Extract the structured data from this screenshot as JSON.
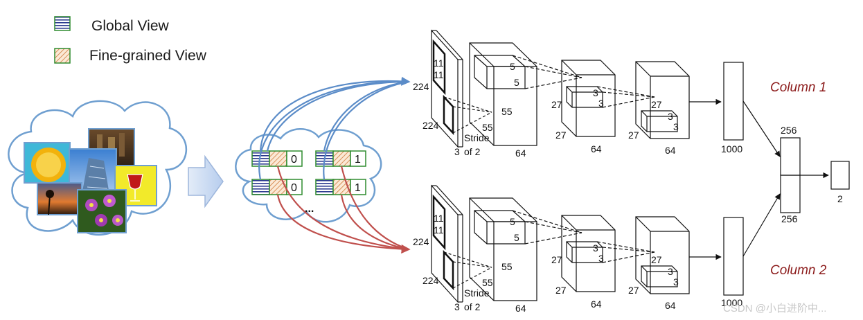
{
  "legend": {
    "global_label": "Global View",
    "fine_label": "Fine-grained View"
  },
  "view_pairs": {
    "labels": [
      "0",
      "1",
      "0",
      "1"
    ],
    "ellipsis": "..."
  },
  "column1": {
    "title": "Column 1",
    "input": {
      "size_h": "224",
      "size_w": "224",
      "depth": "3",
      "kernel_h": "11",
      "kernel_w": "11",
      "stride": "Stride",
      "stride_val": "of 2"
    },
    "conv1": {
      "size_h": "55",
      "size_w": "55",
      "depth": "64",
      "kernel_h": "5",
      "kernel_w": "5"
    },
    "conv2": {
      "size_h": "27",
      "size_w": "27",
      "depth": "64",
      "kernel_h": "3",
      "kernel_w": "3"
    },
    "conv3": {
      "size_h": "27",
      "size_w": "27",
      "depth": "64",
      "kernel_h": "3",
      "kernel_w": "3"
    },
    "fc": "1000"
  },
  "column2": {
    "title": "Column 2",
    "input": {
      "size_h": "224",
      "size_w": "224",
      "depth": "3",
      "kernel_h": "11",
      "kernel_w": "11",
      "stride": "Stride",
      "stride_val": "of 2"
    },
    "conv1": {
      "size_h": "55",
      "size_w": "55",
      "depth": "64",
      "kernel_h": "5",
      "kernel_w": "5"
    },
    "conv2": {
      "size_h": "27",
      "size_w": "27",
      "depth": "64",
      "kernel_h": "3",
      "kernel_w": "3"
    },
    "conv3": {
      "size_h": "27",
      "size_w": "27",
      "depth": "64",
      "kernel_h": "3",
      "kernel_w": "3"
    },
    "fc": "1000"
  },
  "merge": {
    "top_label": "256",
    "bottom_label": "256",
    "output_label": "2"
  },
  "watermark": "CSDN @小白进阶中...",
  "colors": {
    "global_stripe": "#2b3a8f",
    "fine_hatch": "#d07a3a",
    "box_border": "#2e8b2e",
    "cloud_stroke": "#6f9fd0",
    "blue_arrow": "#5b8cc8",
    "red_arrow": "#c0504d",
    "column_title": "#8b1a1a",
    "big_arrow_fill": "#c9d9f2"
  }
}
